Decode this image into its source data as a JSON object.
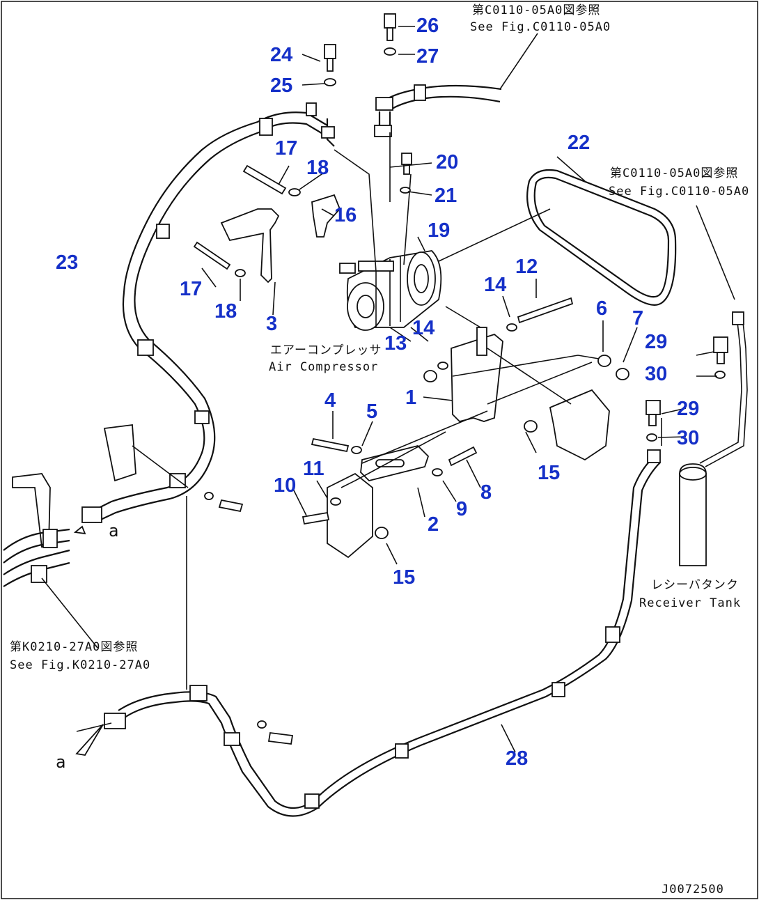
{
  "colors": {
    "callout": "#1530c8",
    "line": "#111111",
    "background": "#ffffff"
  },
  "callouts": [
    "26",
    "27",
    "24",
    "25",
    "17",
    "18",
    "16",
    "20",
    "21",
    "22",
    "19",
    "23",
    "17",
    "18",
    "3",
    "12",
    "14",
    "14",
    "13",
    "6",
    "7",
    "29",
    "30",
    "29",
    "30",
    "1",
    "4",
    "5",
    "15",
    "11",
    "10",
    "8",
    "9",
    "2",
    "15",
    "28"
  ],
  "notes": {
    "ref_top_jp": "第C0110-05A0図参照",
    "ref_top_en": "See Fig.C0110-05A0",
    "ref_right_jp": "第C0110-05A0図参照",
    "ref_right_en": "See Fig.C0110-05A0",
    "compressor_jp": "エアーコンプレッサ",
    "compressor_en": "Air Compressor",
    "receiver_jp": "レシーバタンク",
    "receiver_en": "Receiver Tank",
    "ref_left_jp": "第K0210-27A0図参照",
    "ref_left_en": "See Fig.K0210-27A0",
    "joint_a1": "a",
    "joint_a2": "a",
    "drawing_code": "J0072500"
  }
}
